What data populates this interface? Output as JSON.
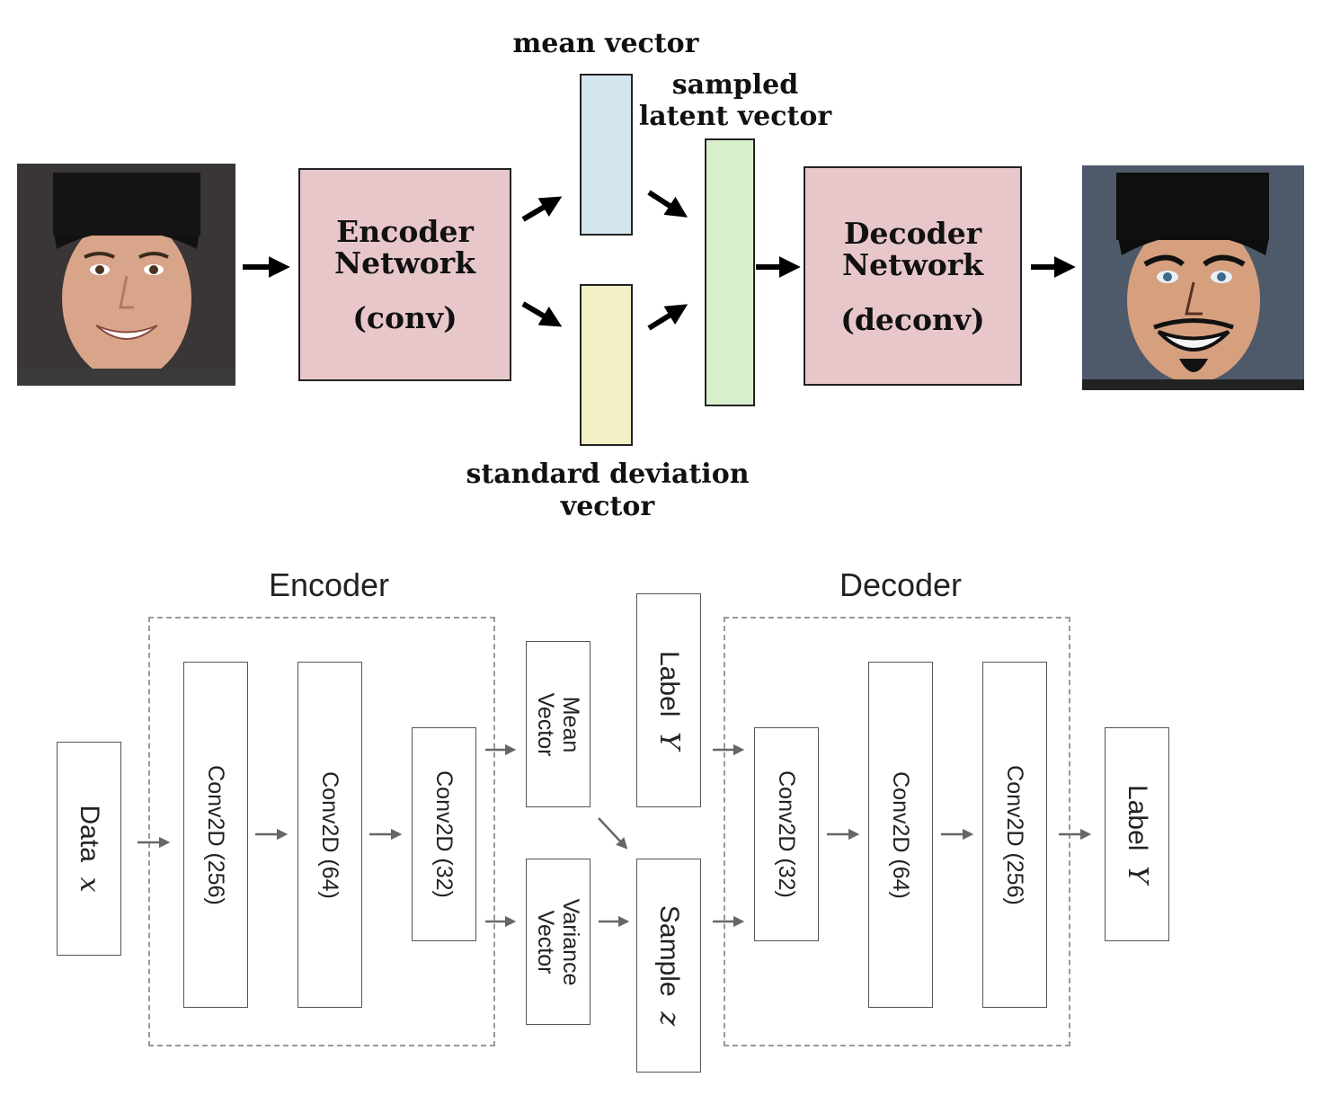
{
  "top": {
    "encoder": {
      "title_line1": "Encoder",
      "title_line2": "Network",
      "subtitle": "(conv)"
    },
    "decoder": {
      "title_line1": "Decoder",
      "title_line2": "Network",
      "subtitle": "(deconv)"
    },
    "mean_label": "mean vector",
    "latent_label_line1": "sampled",
    "latent_label_line2": "latent vector",
    "std_label_line1": "standard deviation",
    "std_label_line2": "vector",
    "colors": {
      "network_box": "#e8c7cb",
      "mean_vector": "#d3e5ee",
      "std_vector": "#f3f0c8",
      "latent_vector": "#d8efcb"
    }
  },
  "bottom": {
    "encoder_title": "Encoder",
    "decoder_title": "Decoder",
    "data": {
      "label": "Data",
      "symbol": "x"
    },
    "encoder_layers": [
      "Conv2D (256)",
      "Conv2D (64)",
      "Conv2D (32)"
    ],
    "mean": {
      "line1": "Mean",
      "line2": "Vector"
    },
    "variance": {
      "line1": "Variance",
      "line2": "Vector"
    },
    "label_in": {
      "label": "Label",
      "symbol": "Y"
    },
    "sample": {
      "label": "Sample",
      "symbol": "z"
    },
    "decoder_layers": [
      "Conv2D (32)",
      "Conv2D (64)",
      "Conv2D (256)"
    ],
    "output": {
      "label": "Label",
      "symbol": "Y"
    }
  }
}
